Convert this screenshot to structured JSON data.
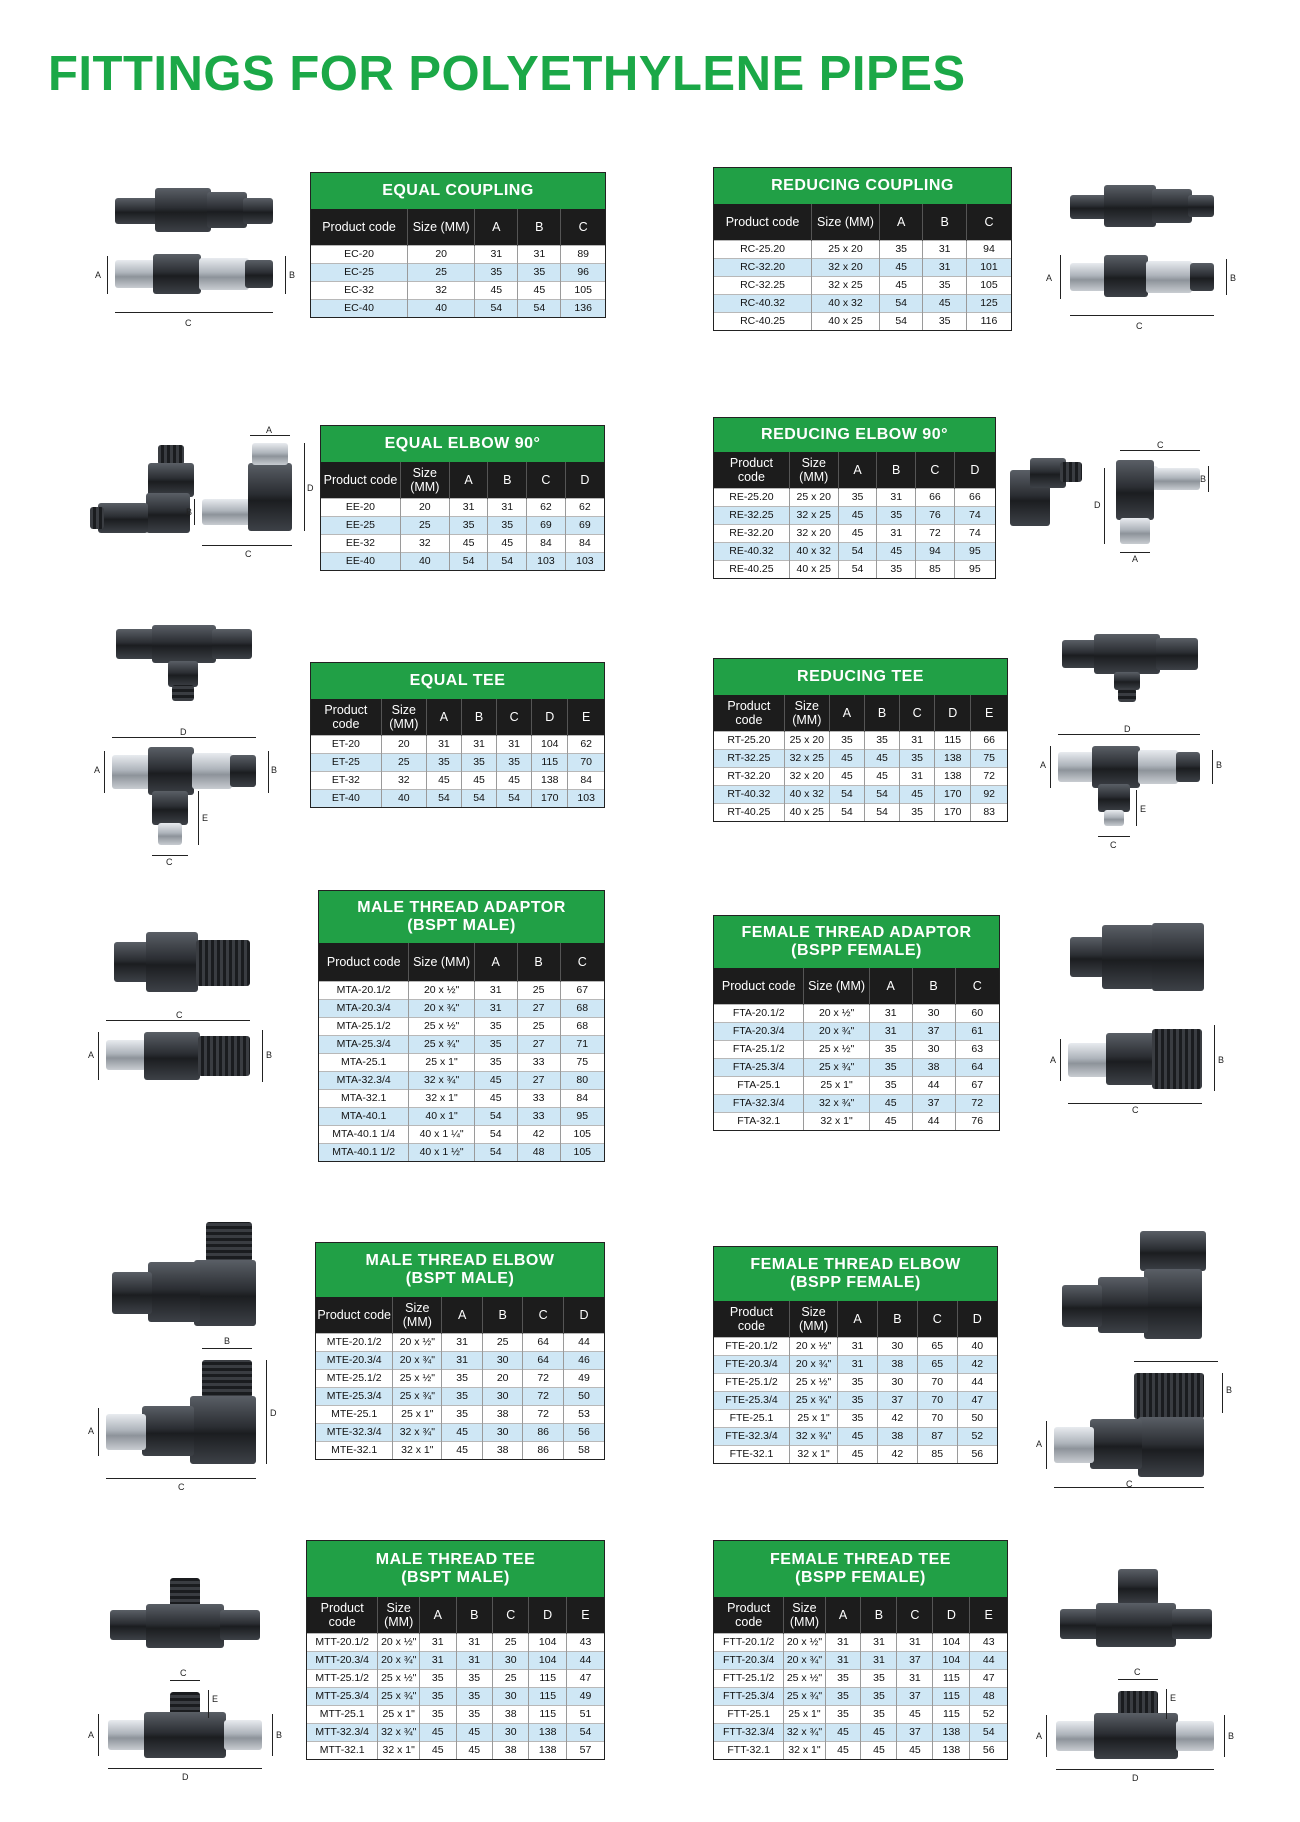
{
  "page": {
    "title": "FITTINGS FOR POLYETHYLENE PIPES"
  },
  "dim_labels": {
    "a": "A",
    "b": "B",
    "c": "C",
    "d": "D",
    "e": "E"
  },
  "tables": {
    "ec": {
      "title": "EQUAL COUPLING",
      "headers": [
        "Product code",
        "Size (MM)",
        "A",
        "B",
        "C"
      ],
      "rows": [
        [
          "EC-20",
          "20",
          "31",
          "31",
          "89"
        ],
        [
          "EC-25",
          "25",
          "35",
          "35",
          "96"
        ],
        [
          "EC-32",
          "32",
          "45",
          "45",
          "105"
        ],
        [
          "EC-40",
          "40",
          "54",
          "54",
          "136"
        ]
      ]
    },
    "rc": {
      "title": "REDUCING COUPLING",
      "headers": [
        "Product code",
        "Size (MM)",
        "A",
        "B",
        "C"
      ],
      "rows": [
        [
          "RC-25.20",
          "25 x 20",
          "35",
          "31",
          "94"
        ],
        [
          "RC-32.20",
          "32 x 20",
          "45",
          "31",
          "101"
        ],
        [
          "RC-32.25",
          "32 x 25",
          "45",
          "35",
          "105"
        ],
        [
          "RC-40.32",
          "40 x 32",
          "54",
          "45",
          "125"
        ],
        [
          "RC-40.25",
          "40 x 25",
          "54",
          "35",
          "116"
        ]
      ]
    },
    "ee": {
      "title": "EQUAL ELBOW 90°",
      "headers": [
        "Product code",
        "Size (MM)",
        "A",
        "B",
        "C",
        "D"
      ],
      "rows": [
        [
          "EE-20",
          "20",
          "31",
          "31",
          "62",
          "62"
        ],
        [
          "EE-25",
          "25",
          "35",
          "35",
          "69",
          "69"
        ],
        [
          "EE-32",
          "32",
          "45",
          "45",
          "84",
          "84"
        ],
        [
          "EE-40",
          "40",
          "54",
          "54",
          "103",
          "103"
        ]
      ]
    },
    "re": {
      "title": "REDUCING ELBOW 90°",
      "headers": [
        "Product code",
        "Size (MM)",
        "A",
        "B",
        "C",
        "D"
      ],
      "rows": [
        [
          "RE-25.20",
          "25 x 20",
          "35",
          "31",
          "66",
          "66"
        ],
        [
          "RE-32.25",
          "32 x 25",
          "45",
          "35",
          "76",
          "74"
        ],
        [
          "RE-32.20",
          "32 x 20",
          "45",
          "31",
          "72",
          "74"
        ],
        [
          "RE-40.32",
          "40 x 32",
          "54",
          "45",
          "94",
          "95"
        ],
        [
          "RE-40.25",
          "40 x 25",
          "54",
          "35",
          "85",
          "95"
        ]
      ]
    },
    "et": {
      "title": "EQUAL TEE",
      "headers": [
        "Product code",
        "Size (MM)",
        "A",
        "B",
        "C",
        "D",
        "E"
      ],
      "rows": [
        [
          "ET-20",
          "20",
          "31",
          "31",
          "31",
          "104",
          "62"
        ],
        [
          "ET-25",
          "25",
          "35",
          "35",
          "35",
          "115",
          "70"
        ],
        [
          "ET-32",
          "32",
          "45",
          "45",
          "45",
          "138",
          "84"
        ],
        [
          "ET-40",
          "40",
          "54",
          "54",
          "54",
          "170",
          "103"
        ]
      ]
    },
    "rt": {
      "title": "REDUCING TEE",
      "headers": [
        "Product code",
        "Size (MM)",
        "A",
        "B",
        "C",
        "D",
        "E"
      ],
      "rows": [
        [
          "RT-25.20",
          "25 x 20",
          "35",
          "35",
          "31",
          "115",
          "66"
        ],
        [
          "RT-32.25",
          "32 x 25",
          "45",
          "45",
          "35",
          "138",
          "75"
        ],
        [
          "RT-32.20",
          "32 x 20",
          "45",
          "45",
          "31",
          "138",
          "72"
        ],
        [
          "RT-40.32",
          "40 x 32",
          "54",
          "54",
          "45",
          "170",
          "92"
        ],
        [
          "RT-40.25",
          "40 x 25",
          "54",
          "54",
          "35",
          "170",
          "83"
        ]
      ]
    },
    "mta": {
      "title": "MALE THREAD ADAPTOR",
      "subtitle": "(BSPT MALE)",
      "headers": [
        "Product code",
        "Size (MM)",
        "A",
        "B",
        "C"
      ],
      "rows": [
        [
          "MTA-20.1/2",
          "20 x ½\"",
          "31",
          "25",
          "67"
        ],
        [
          "MTA-20.3/4",
          "20 x ¾\"",
          "31",
          "27",
          "68"
        ],
        [
          "MTA-25.1/2",
          "25 x ½\"",
          "35",
          "25",
          "68"
        ],
        [
          "MTA-25.3/4",
          "25 x ¾\"",
          "35",
          "27",
          "71"
        ],
        [
          "MTA-25.1",
          "25 x 1\"",
          "35",
          "33",
          "75"
        ],
        [
          "MTA-32.3/4",
          "32 x ¾\"",
          "45",
          "27",
          "80"
        ],
        [
          "MTA-32.1",
          "32 x 1\"",
          "45",
          "33",
          "84"
        ],
        [
          "MTA-40.1",
          "40 x 1\"",
          "54",
          "33",
          "95"
        ],
        [
          "MTA-40.1 1/4",
          "40 x 1 ¼\"",
          "54",
          "42",
          "105"
        ],
        [
          "MTA-40.1 1/2",
          "40 x 1 ½\"",
          "54",
          "48",
          "105"
        ]
      ]
    },
    "fta": {
      "title": "FEMALE THREAD ADAPTOR",
      "subtitle": "(BSPP FEMALE)",
      "headers": [
        "Product code",
        "Size (MM)",
        "A",
        "B",
        "C"
      ],
      "rows": [
        [
          "FTA-20.1/2",
          "20 x ½\"",
          "31",
          "30",
          "60"
        ],
        [
          "FTA-20.3/4",
          "20 x ¾\"",
          "31",
          "37",
          "61"
        ],
        [
          "FTA-25.1/2",
          "25 x ½\"",
          "35",
          "30",
          "63"
        ],
        [
          "FTA-25.3/4",
          "25 x ¾\"",
          "35",
          "38",
          "64"
        ],
        [
          "FTA-25.1",
          "25 x 1\"",
          "35",
          "44",
          "67"
        ],
        [
          "FTA-32.3/4",
          "32 x ¾\"",
          "45",
          "37",
          "72"
        ],
        [
          "FTA-32.1",
          "32 x 1\"",
          "45",
          "44",
          "76"
        ]
      ]
    },
    "mte": {
      "title": "MALE THREAD ELBOW",
      "subtitle": "(BSPT MALE)",
      "headers": [
        "Product code",
        "Size (MM)",
        "A",
        "B",
        "C",
        "D"
      ],
      "rows": [
        [
          "MTE-20.1/2",
          "20 x ½\"",
          "31",
          "25",
          "64",
          "44"
        ],
        [
          "MTE-20.3/4",
          "20 x ¾\"",
          "31",
          "30",
          "64",
          "46"
        ],
        [
          "MTE-25.1/2",
          "25 x ½\"",
          "35",
          "20",
          "72",
          "49"
        ],
        [
          "MTE-25.3/4",
          "25 x ¾\"",
          "35",
          "30",
          "72",
          "50"
        ],
        [
          "MTE-25.1",
          "25 x 1\"",
          "35",
          "38",
          "72",
          "53"
        ],
        [
          "MTE-32.3/4",
          "32 x ¾\"",
          "45",
          "30",
          "86",
          "56"
        ],
        [
          "MTE-32.1",
          "32 x 1\"",
          "45",
          "38",
          "86",
          "58"
        ]
      ]
    },
    "fte": {
      "title": "FEMALE THREAD ELBOW",
      "subtitle": "(BSPP FEMALE)",
      "headers": [
        "Product code",
        "Size (MM)",
        "A",
        "B",
        "C",
        "D"
      ],
      "rows": [
        [
          "FTE-20.1/2",
          "20 x ½\"",
          "31",
          "30",
          "65",
          "40"
        ],
        [
          "FTE-20.3/4",
          "20 x ¾\"",
          "31",
          "38",
          "65",
          "42"
        ],
        [
          "FTE-25.1/2",
          "25 x ½\"",
          "35",
          "30",
          "70",
          "44"
        ],
        [
          "FTE-25.3/4",
          "25 x ¾\"",
          "35",
          "37",
          "70",
          "47"
        ],
        [
          "FTE-25.1",
          "25 x 1\"",
          "35",
          "42",
          "70",
          "50"
        ],
        [
          "FTE-32.3/4",
          "32 x ¾\"",
          "45",
          "38",
          "87",
          "52"
        ],
        [
          "FTE-32.1",
          "32 x 1\"",
          "45",
          "42",
          "85",
          "56"
        ]
      ]
    },
    "mtt": {
      "title": "MALE THREAD TEE",
      "subtitle": "(BSPT MALE)",
      "headers": [
        "Product code",
        "Size (MM)",
        "A",
        "B",
        "C",
        "D",
        "E"
      ],
      "rows": [
        [
          "MTT-20.1/2",
          "20 x ½\"",
          "31",
          "31",
          "25",
          "104",
          "43"
        ],
        [
          "MTT-20.3/4",
          "20 x ¾\"",
          "31",
          "31",
          "30",
          "104",
          "44"
        ],
        [
          "MTT-25.1/2",
          "25 x ½\"",
          "35",
          "35",
          "25",
          "115",
          "47"
        ],
        [
          "MTT-25.3/4",
          "25 x ¾\"",
          "35",
          "35",
          "30",
          "115",
          "49"
        ],
        [
          "MTT-25.1",
          "25 x 1\"",
          "35",
          "35",
          "38",
          "115",
          "51"
        ],
        [
          "MTT-32.3/4",
          "32 x ¾\"",
          "45",
          "45",
          "30",
          "138",
          "54"
        ],
        [
          "MTT-32.1",
          "32 x 1\"",
          "45",
          "45",
          "38",
          "138",
          "57"
        ]
      ]
    },
    "ftt": {
      "title": "FEMALE THREAD TEE",
      "subtitle": "(BSPP FEMALE)",
      "headers": [
        "Product code",
        "Size (MM)",
        "A",
        "B",
        "C",
        "D",
        "E"
      ],
      "rows": [
        [
          "FTT-20.1/2",
          "20 x ½\"",
          "31",
          "31",
          "31",
          "104",
          "43"
        ],
        [
          "FTT-20.3/4",
          "20 x ¾\"",
          "31",
          "31",
          "37",
          "104",
          "44"
        ],
        [
          "FTT-25.1/2",
          "25 x ½\"",
          "35",
          "35",
          "31",
          "115",
          "47"
        ],
        [
          "FTT-25.3/4",
          "25 x ¾\"",
          "35",
          "35",
          "37",
          "115",
          "48"
        ],
        [
          "FTT-25.1",
          "25 x 1\"",
          "35",
          "35",
          "45",
          "115",
          "52"
        ],
        [
          "FTT-32.3/4",
          "32 x ¾\"",
          "45",
          "45",
          "37",
          "138",
          "54"
        ],
        [
          "FTT-32.1",
          "32 x 1\"",
          "45",
          "45",
          "45",
          "138",
          "56"
        ]
      ]
    }
  }
}
